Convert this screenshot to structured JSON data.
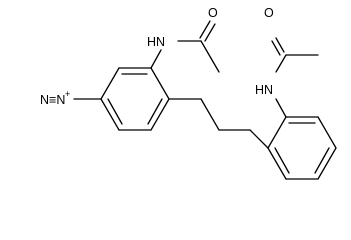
{
  "molecule": {
    "labels": {
      "amide_nh_left": "HN",
      "carbonyl_o_left": "O",
      "amide_nh_right": "HN",
      "carbonyl_o_right": "O",
      "diazonium": "N≡N",
      "diazonium_charge": "+"
    },
    "line_color": "#000000",
    "background": "#ffffff"
  }
}
